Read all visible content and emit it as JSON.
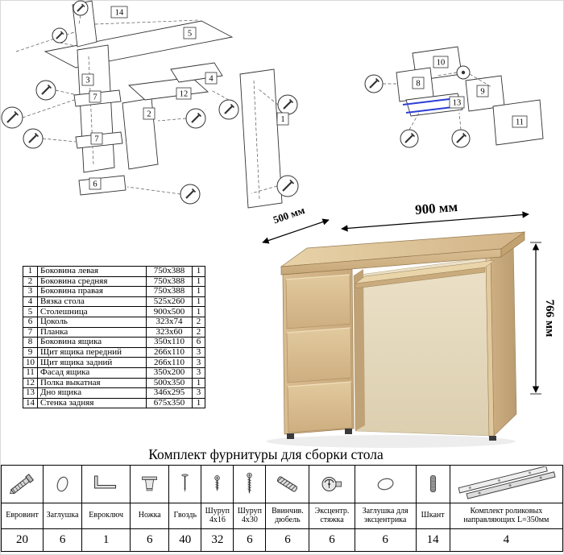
{
  "title": "Комплект фурнитуры для сборки стола",
  "desk": {
    "dim_width": "900 мм",
    "dim_depth": "500 мм",
    "dim_height": "766 мм"
  },
  "parts": [
    {
      "num": "1",
      "name": "Боковина левая",
      "size": "750x388",
      "qty": "1"
    },
    {
      "num": "2",
      "name": "Боковина средняя",
      "size": "750x388",
      "qty": "1"
    },
    {
      "num": "3",
      "name": "Боковина правая",
      "size": "750x388",
      "qty": "1"
    },
    {
      "num": "4",
      "name": "Вязка стола",
      "size": "525x260",
      "qty": "1"
    },
    {
      "num": "5",
      "name": "Столешница",
      "size": "900x500",
      "qty": "1"
    },
    {
      "num": "6",
      "name": "Цоколь",
      "size": "323x74",
      "qty": "2"
    },
    {
      "num": "7",
      "name": "Планка",
      "size": "323x60",
      "qty": "2"
    },
    {
      "num": "8",
      "name": "Боковина ящика",
      "size": "350x110",
      "qty": "6"
    },
    {
      "num": "9",
      "name": "Щит ящика передний",
      "size": "266x110",
      "qty": "3"
    },
    {
      "num": "10",
      "name": "Щит ящика задний",
      "size": "266x110",
      "qty": "3"
    },
    {
      "num": "11",
      "name": "Фасад ящика",
      "size": "350x200",
      "qty": "3"
    },
    {
      "num": "12",
      "name": "Полка выкатная",
      "size": "500x350",
      "qty": "1"
    },
    {
      "num": "13",
      "name": "Дно ящика",
      "size": "346x295",
      "qty": "3"
    },
    {
      "num": "14",
      "name": "Стенка задняя",
      "size": "675x350",
      "qty": "1"
    }
  ],
  "hardware": [
    {
      "name": "Евровинт",
      "qty": "20",
      "icon": "euro-screw"
    },
    {
      "name": "Заглушка",
      "qty": "6",
      "icon": "cap"
    },
    {
      "name": "Евроключ",
      "qty": "1",
      "icon": "hex-key"
    },
    {
      "name": "Ножка",
      "qty": "6",
      "icon": "leg"
    },
    {
      "name": "Гвоздь",
      "qty": "40",
      "icon": "nail"
    },
    {
      "name": "Шуруп 4x16",
      "qty": "32",
      "icon": "screw-small"
    },
    {
      "name": "Шуруп 4x30",
      "qty": "6",
      "icon": "screw-long"
    },
    {
      "name": "Ввинчив. дюбель",
      "qty": "6",
      "icon": "threaded-dowel"
    },
    {
      "name": "Эксцентр. стяжка",
      "qty": "6",
      "icon": "cam-lock"
    },
    {
      "name": "Заглушка для эксцентрика",
      "qty": "6",
      "icon": "cam-cap"
    },
    {
      "name": "Шкант",
      "qty": "14",
      "icon": "wood-dowel"
    },
    {
      "name": "Комплект роликовых направляющих L=350мм",
      "qty": "4",
      "icon": "drawer-slides"
    }
  ],
  "exploded_left": {
    "labels": {
      "p1": "1",
      "p2": "2",
      "p3": "3",
      "p4": "4",
      "p5": "5",
      "p6": "6",
      "p7a": "7",
      "p7b": "7",
      "p12": "12",
      "p14": "14"
    }
  },
  "exploded_right": {
    "labels": {
      "p8": "8",
      "p9": "9",
      "p10": "10",
      "p11": "11",
      "p13": "13"
    }
  }
}
